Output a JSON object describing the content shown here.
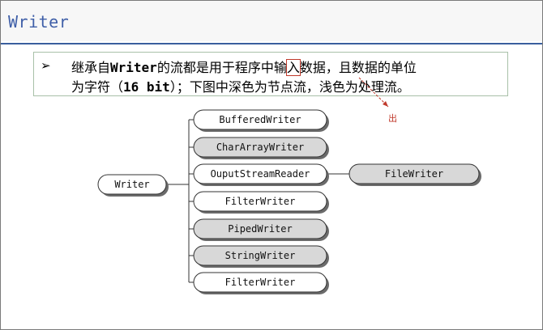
{
  "header": {
    "title": "Writer"
  },
  "bullet": {
    "line1": {
      "a": "继承自",
      "b": "Writer",
      "c": "的流都是用于程序中输",
      "d": "入",
      "e": "数据，且数据的单位"
    },
    "line2": {
      "a": "为字符（",
      "b": "16 bit",
      "c": "）；下图中深色为节点流，浅色为处理流。"
    }
  },
  "annotation": {
    "text": "出"
  },
  "diagram": {
    "root": "Writer",
    "children": [
      {
        "label": "BufferedWriter",
        "dark": false
      },
      {
        "label": "CharArrayWriter",
        "dark": true
      },
      {
        "label": "OuputStreamReader",
        "dark": false
      },
      {
        "label": "FilterWriter",
        "dark": false
      },
      {
        "label": "PipedWriter",
        "dark": true
      },
      {
        "label": "StringWriter",
        "dark": true
      },
      {
        "label": "FilterWriter",
        "dark": false
      }
    ],
    "grandchild": {
      "label": "FileWriter",
      "dark": true
    }
  },
  "colors": {
    "dark_node": "#d8d8d8",
    "light_node": "#ffffff",
    "title": "#3f5fa8",
    "annotation": "#c0392b"
  }
}
